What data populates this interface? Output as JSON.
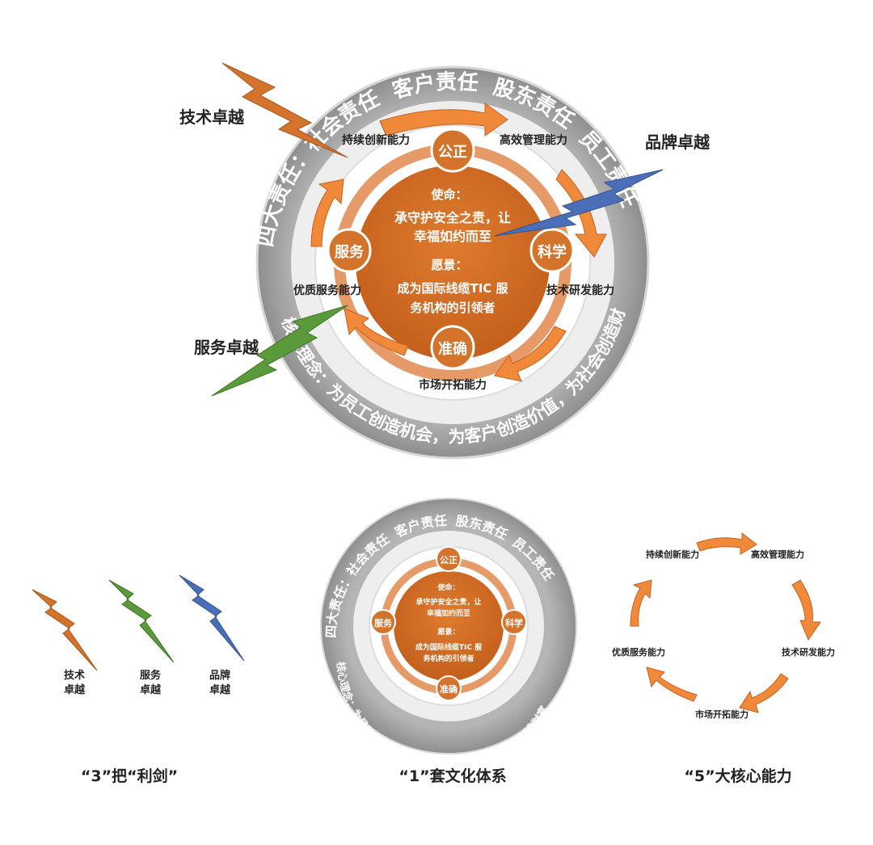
{
  "responsibilities_ring": {
    "prefix": "四大责任：",
    "items": [
      "社会责任",
      "客户责任",
      "股东责任",
      "员工责任"
    ]
  },
  "core_concept": "核心理念：为员工创造机会，为客户创造价值，为社会创造财富",
  "values": [
    "公正",
    "科学",
    "准确",
    "服务"
  ],
  "mission_label": "使命：",
  "mission_line1": "承守护安全之责，让",
  "mission_line2": "幸福如约而至",
  "vision_label": "愿景：",
  "vision_line1": "成为国际线缆TIC 服",
  "vision_line2": "务机构的引领者",
  "capabilities": [
    "持续创新能力",
    "高效管理能力",
    "技术研发能力",
    "市场开拓能力",
    "优质服务能力"
  ],
  "swords": [
    {
      "label": "技术卓越",
      "label_line1": "技术",
      "label_line2": "卓越",
      "color": "#d4732b"
    },
    {
      "label": "服务卓越",
      "label_line1": "服务",
      "label_line2": "卓越",
      "color": "#5a9a3a"
    },
    {
      "label": "品牌卓越",
      "label_line1": "品牌",
      "label_line2": "卓越",
      "color": "#4a6fb8"
    }
  ],
  "captions": {
    "swords": "“3”把“利剑”",
    "culture": "“1”套文化体系",
    "capabilities": "“5”大核心能力"
  },
  "colors": {
    "orange": "#d4732b",
    "orange_light": "#f08a3a",
    "gray_ring": "#a9a9a9"
  }
}
